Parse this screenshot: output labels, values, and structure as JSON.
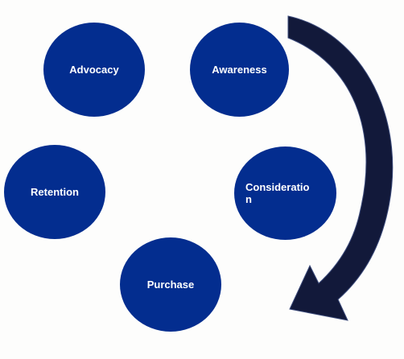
{
  "diagram": {
    "colors": {
      "node_fill": "#032d8f",
      "arrow_fill": "#12193a",
      "background": "#fdfdfc"
    },
    "nodes": [
      {
        "id": "advocacy",
        "label": "Advocacy"
      },
      {
        "id": "awareness",
        "label": "Awareness"
      },
      {
        "id": "retention",
        "label": "Retention"
      },
      {
        "id": "consideration",
        "label": "Consideration"
      },
      {
        "id": "purchase",
        "label": "Purchase"
      }
    ],
    "arrow": {
      "icon": "curved-arrow-icon",
      "direction": "clockwise",
      "from": "awareness",
      "to": "purchase"
    }
  }
}
